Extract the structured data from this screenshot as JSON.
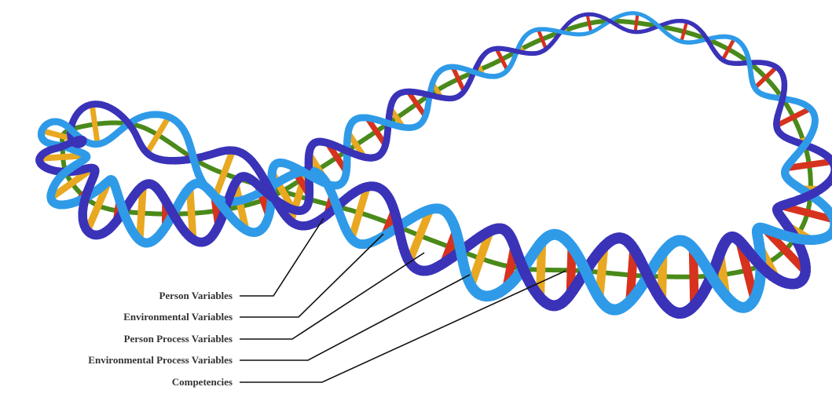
{
  "diagram": {
    "labels": [
      {
        "key": "person-variables",
        "text": "Person Variables"
      },
      {
        "key": "environmental-variables",
        "text": "Environmental Variables"
      },
      {
        "key": "person-process-variables",
        "text": "Person Process Variables"
      },
      {
        "key": "environmental-process-variables",
        "text": "Environmental Process Variables"
      },
      {
        "key": "competencies",
        "text": "Competencies"
      }
    ],
    "colors": {
      "strand_light": "#2f9be8",
      "strand_dark": "#3a33b8",
      "axis": "#4a8a1a",
      "rung_red": "#d6321e",
      "rung_yellow": "#e9a821",
      "leader": "#111111",
      "label": "#333333"
    }
  }
}
